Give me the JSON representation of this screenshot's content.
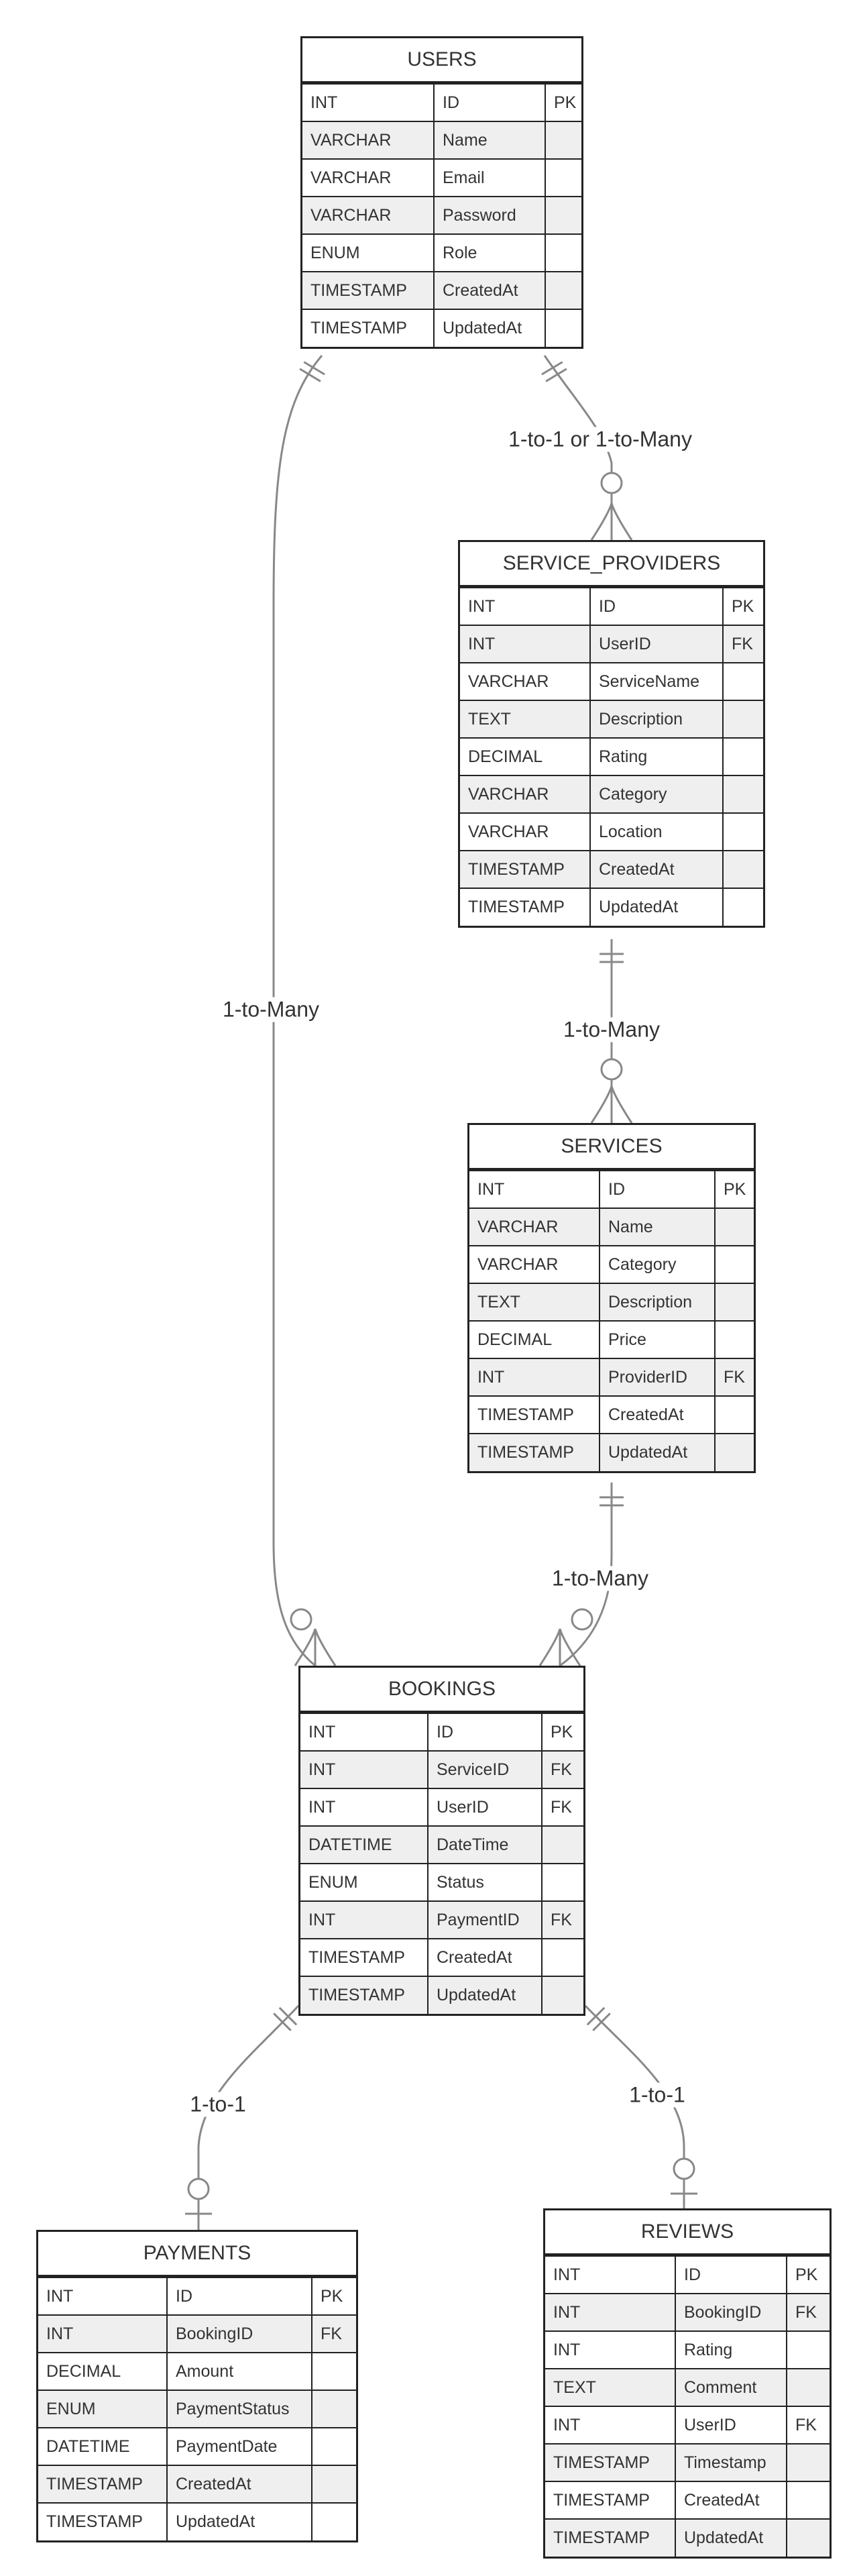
{
  "entities": [
    {
      "id": "users",
      "title": "USERS",
      "cols": [
        "INT",
        "ID",
        "PK",
        "VARCHAR",
        "Name",
        "",
        "VARCHAR",
        "Email",
        "",
        "VARCHAR",
        "Password",
        "",
        "ENUM",
        "Role",
        "",
        "TIMESTAMP",
        "CreatedAt",
        "",
        "TIMESTAMP",
        "UpdatedAt",
        ""
      ]
    },
    {
      "id": "service_providers",
      "title": "SERVICE_PROVIDERS",
      "cols": [
        "INT",
        "ID",
        "PK",
        "INT",
        "UserID",
        "FK",
        "VARCHAR",
        "ServiceName",
        "",
        "TEXT",
        "Description",
        "",
        "DECIMAL",
        "Rating",
        "",
        "VARCHAR",
        "Category",
        "",
        "VARCHAR",
        "Location",
        "",
        "TIMESTAMP",
        "CreatedAt",
        "",
        "TIMESTAMP",
        "UpdatedAt",
        ""
      ]
    },
    {
      "id": "services",
      "title": "SERVICES",
      "cols": [
        "INT",
        "ID",
        "PK",
        "VARCHAR",
        "Name",
        "",
        "VARCHAR",
        "Category",
        "",
        "TEXT",
        "Description",
        "",
        "DECIMAL",
        "Price",
        "",
        "INT",
        "ProviderID",
        "FK",
        "TIMESTAMP",
        "CreatedAt",
        "",
        "TIMESTAMP",
        "UpdatedAt",
        ""
      ]
    },
    {
      "id": "bookings",
      "title": "BOOKINGS",
      "cols": [
        "INT",
        "ID",
        "PK",
        "INT",
        "ServiceID",
        "FK",
        "INT",
        "UserID",
        "FK",
        "DATETIME",
        "DateTime",
        "",
        "ENUM",
        "Status",
        "",
        "INT",
        "PaymentID",
        "FK",
        "TIMESTAMP",
        "CreatedAt",
        "",
        "TIMESTAMP",
        "UpdatedAt",
        ""
      ]
    },
    {
      "id": "payments",
      "title": "PAYMENTS",
      "cols": [
        "INT",
        "ID",
        "PK",
        "INT",
        "BookingID",
        "FK",
        "DECIMAL",
        "Amount",
        "",
        "ENUM",
        "PaymentStatus",
        "",
        "DATETIME",
        "PaymentDate",
        "",
        "TIMESTAMP",
        "CreatedAt",
        "",
        "TIMESTAMP",
        "UpdatedAt",
        ""
      ]
    },
    {
      "id": "reviews",
      "title": "REVIEWS",
      "cols": [
        "INT",
        "ID",
        "PK",
        "INT",
        "BookingID",
        "FK",
        "INT",
        "Rating",
        "",
        "TEXT",
        "Comment",
        "",
        "INT",
        "UserID",
        "FK",
        "TIMESTAMP",
        "Timestamp",
        "",
        "TIMESTAMP",
        "CreatedAt",
        "",
        "TIMESTAMP",
        "UpdatedAt",
        ""
      ]
    }
  ],
  "relationships": [
    {
      "from": "users",
      "to": "service_providers",
      "label": "1-to-1 or 1-to-Many"
    },
    {
      "from": "users",
      "to": "bookings",
      "label": "1-to-Many"
    },
    {
      "from": "service_providers",
      "to": "services",
      "label": "1-to-Many"
    },
    {
      "from": "services",
      "to": "bookings",
      "label": "1-to-Many"
    },
    {
      "from": "bookings",
      "to": "payments",
      "label": "1-to-1"
    },
    {
      "from": "bookings",
      "to": "reviews",
      "label": "1-to-1"
    }
  ],
  "colors": {
    "line": "#888888",
    "border": "#222222",
    "alt_row": "#efefef",
    "text": "#333333"
  }
}
